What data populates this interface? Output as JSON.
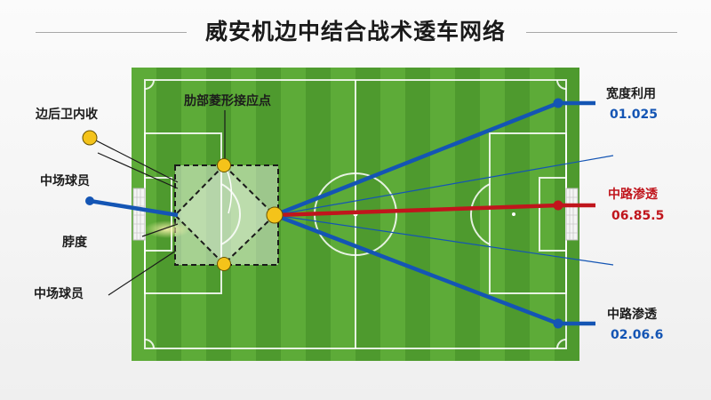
{
  "title": "威安机边中结合战术逶车网络",
  "labels": {
    "left_back": "边后卫内收",
    "midfielder_top": "中场球员",
    "thickness": "脖度",
    "midfielder_bottom": "中场球员",
    "diamond_contact": "肋部菱形接应点",
    "width_use": "宽度利用",
    "width_use_code": "01.025",
    "central_penetration_1": "中路渗透",
    "central_penetration_1_code": "06.85.5",
    "central_penetration_2": "中路渗透",
    "central_penetration_2_code": "02.06.6"
  },
  "colors": {
    "blue": "#1455b4",
    "red": "#c0151c",
    "node_yellow": "#f4c31a",
    "pitch_dark": "#4e9a2e",
    "pitch_light": "#5dab38"
  }
}
